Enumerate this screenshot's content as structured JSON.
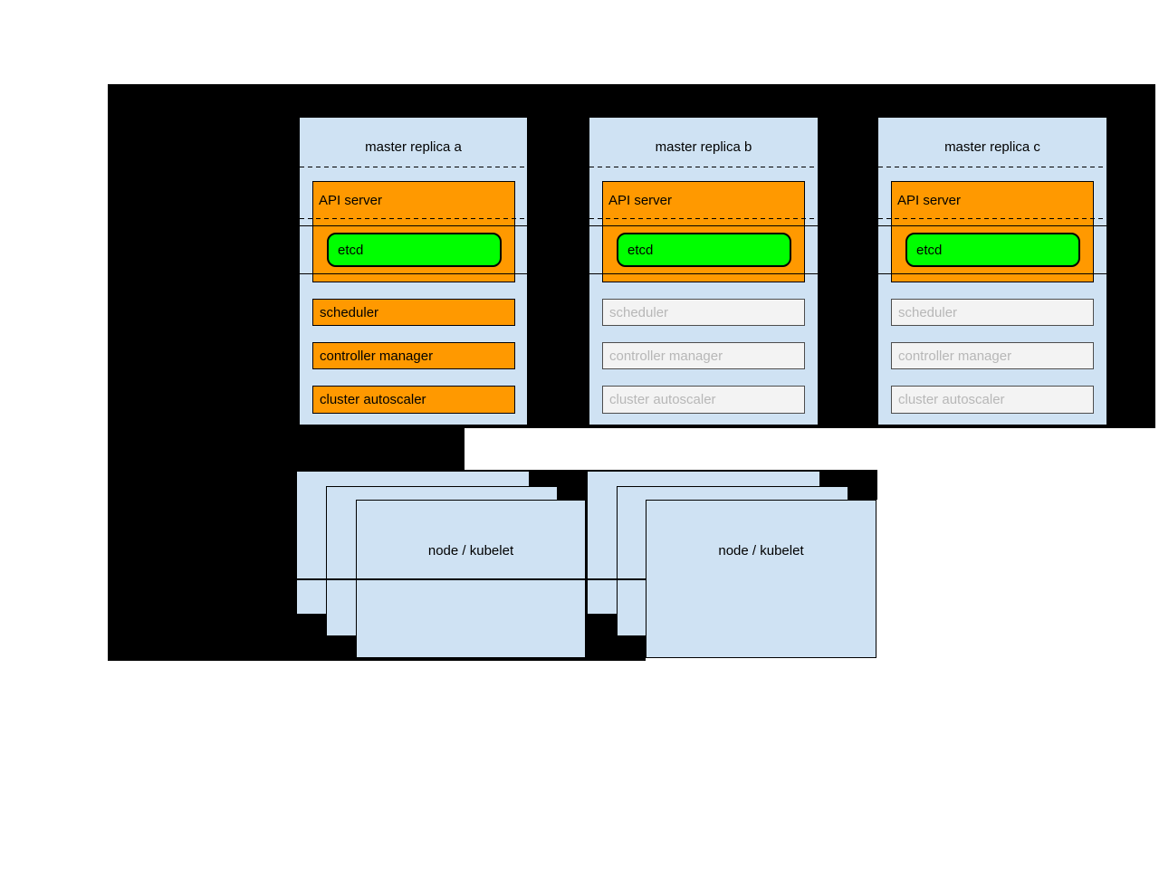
{
  "masters": [
    {
      "title": "master replica a",
      "api_server_label": "API server",
      "etcd_label": "etcd",
      "components": [
        "scheduler",
        "controller manager",
        "cluster autoscaler"
      ],
      "state": "active"
    },
    {
      "title": "master replica b",
      "api_server_label": "API server",
      "etcd_label": "etcd",
      "components": [
        "scheduler",
        "controller manager",
        "cluster autoscaler"
      ],
      "state": "standby"
    },
    {
      "title": "master replica c",
      "api_server_label": "API server",
      "etcd_label": "etcd",
      "components": [
        "scheduler",
        "controller manager",
        "cluster autoscaler"
      ],
      "state": "standby"
    }
  ],
  "node_groups": [
    {
      "label": "node / kubelet"
    },
    {
      "label": "node / kubelet"
    }
  ],
  "colors": {
    "panel_blue": "#cfe2f3",
    "active_orange": "#ff9900",
    "etcd_green": "#00ff00",
    "standby_fill": "#f3f3f3",
    "standby_text": "#b7b7b7",
    "background_black": "#000000"
  }
}
